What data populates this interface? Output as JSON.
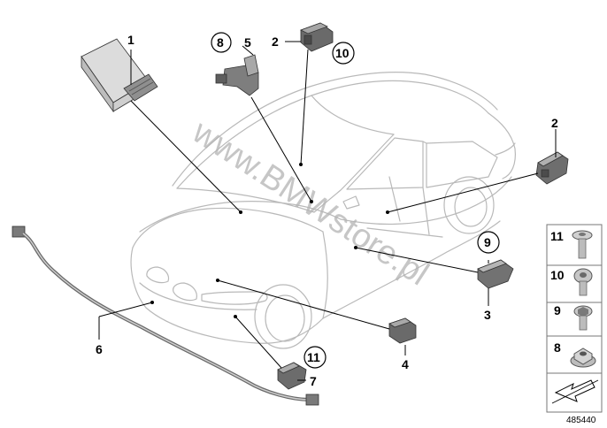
{
  "diagram": {
    "watermark": "www.BMWstore.pl",
    "diagram_number": "485440",
    "callouts": [
      {
        "id": "c1",
        "label": "1",
        "circled": false
      },
      {
        "id": "c2a",
        "label": "2",
        "circled": false
      },
      {
        "id": "c2b",
        "label": "2",
        "circled": false
      },
      {
        "id": "c3",
        "label": "3",
        "circled": false
      },
      {
        "id": "c4",
        "label": "4",
        "circled": false
      },
      {
        "id": "c5",
        "label": "5",
        "circled": false
      },
      {
        "id": "c6",
        "label": "6",
        "circled": false
      },
      {
        "id": "c7",
        "label": "7",
        "circled": false
      },
      {
        "id": "c8",
        "label": "8",
        "circled": true
      },
      {
        "id": "c9",
        "label": "9",
        "circled": true
      },
      {
        "id": "c10",
        "label": "10",
        "circled": true
      },
      {
        "id": "c11",
        "label": "11",
        "circled": true
      }
    ],
    "fastener_legend": [
      {
        "label": "11",
        "icon": "torx-flat-screw-icon"
      },
      {
        "label": "10",
        "icon": "torx-round-screw-icon"
      },
      {
        "label": "9",
        "icon": "hex-collar-screw-icon"
      },
      {
        "label": "8",
        "icon": "flange-nut-icon"
      }
    ],
    "direction_icon": "arrow-direction-icon"
  }
}
